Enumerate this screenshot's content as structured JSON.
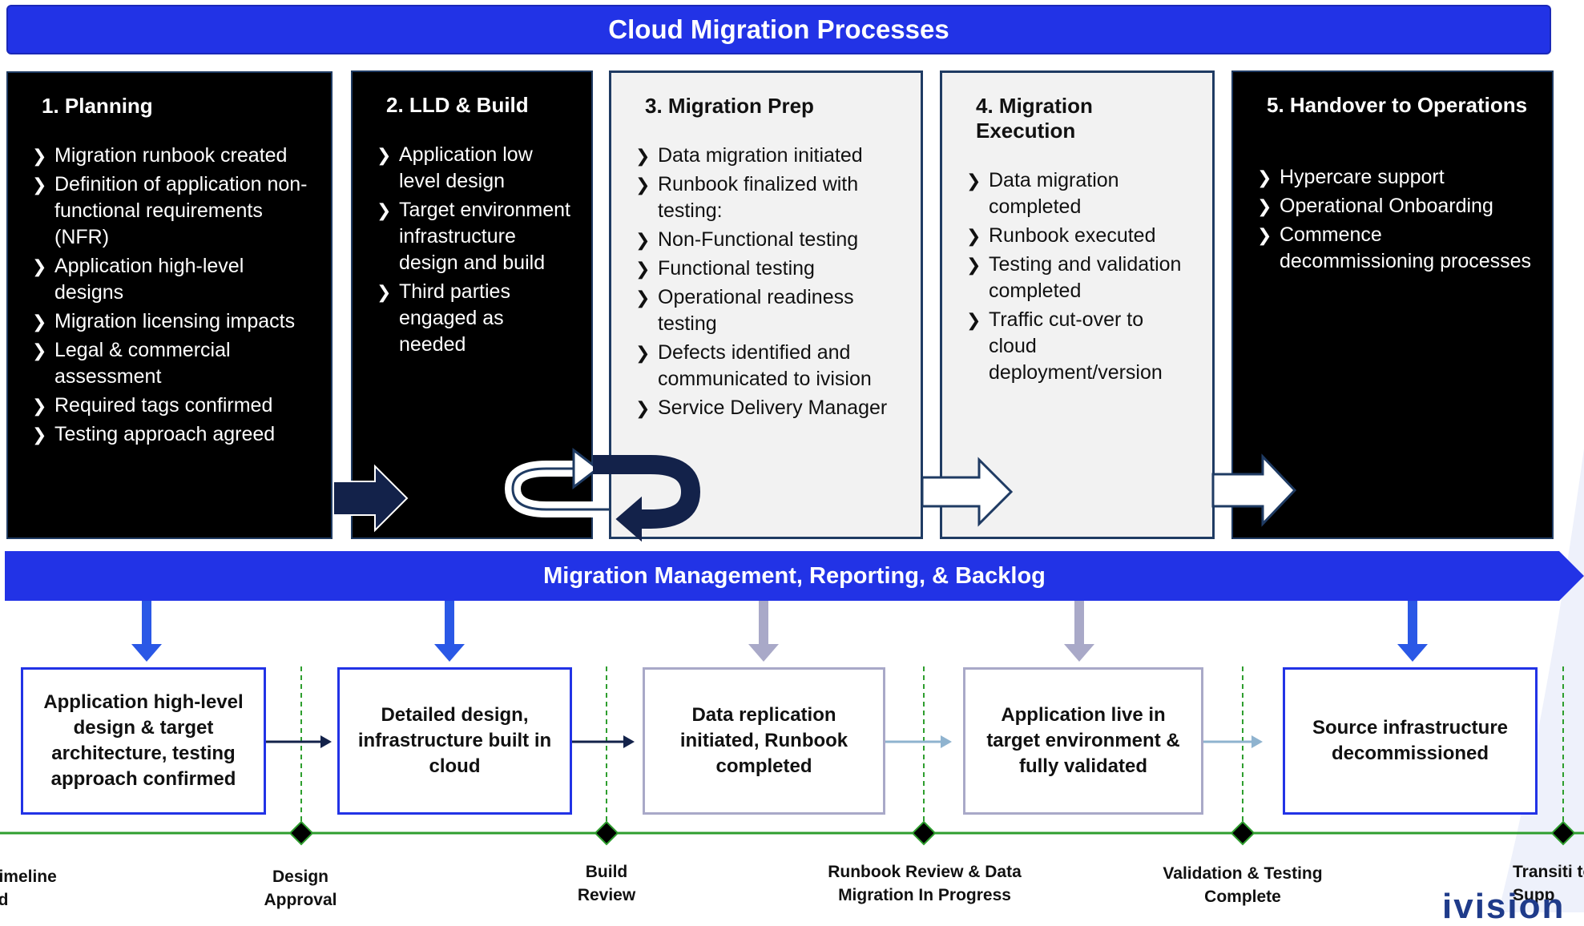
{
  "header": {
    "title": "Cloud Migration Processes"
  },
  "phases": [
    {
      "title": "1. Planning",
      "items": [
        "Migration runbook created",
        "Definition of application non-functional requirements (NFR)",
        "Application high-level designs",
        "Migration licensing impacts",
        "Legal & commercial assessment",
        "Required tags confirmed",
        "Testing approach agreed"
      ]
    },
    {
      "title": "2. LLD & Build",
      "items": [
        "Application low level design",
        "Target environment infrastructure design and build",
        "Third parties engaged as needed"
      ]
    },
    {
      "title": "3. Migration Prep",
      "items": [
        "Data migration initiated",
        "Runbook finalized with testing:",
        "Non-Functional testing",
        "Functional testing",
        "Operational readiness testing",
        "Defects identified and communicated to ivision",
        "Service Delivery Manager"
      ]
    },
    {
      "title": "4. Migration Execution",
      "items": [
        "Data migration completed",
        "Runbook executed",
        "Testing and validation completed",
        "Traffic cut-over to cloud deployment/version"
      ]
    },
    {
      "title": "5. Handover to Operations",
      "items": [
        "Hypercare support",
        "Operational Onboarding",
        "Commence decommissioning processes"
      ]
    }
  ],
  "management_bar": {
    "label": "Migration Management, Reporting, & Backlog"
  },
  "milestones": [
    "Application high-level design & target architecture, testing approach confirmed",
    "Detailed design, infrastructure built in cloud",
    "Data replication initiated, Runbook completed",
    "Application live in target environment & fully validated",
    "Source infrastructure decommissioned"
  ],
  "gates": [
    "Timeline ed",
    "Design Approval",
    "Build Review",
    "Runbook Review & Data Migration In Progress",
    "Validation & Testing Complete",
    "Transiti to Supp"
  ],
  "logo_text": "ivision",
  "colors": {
    "brand_blue": "#2233e6",
    "navy": "#1f3b63",
    "grey_arrow": "#a9a9c8",
    "timeline_green": "#2e9e2e"
  }
}
